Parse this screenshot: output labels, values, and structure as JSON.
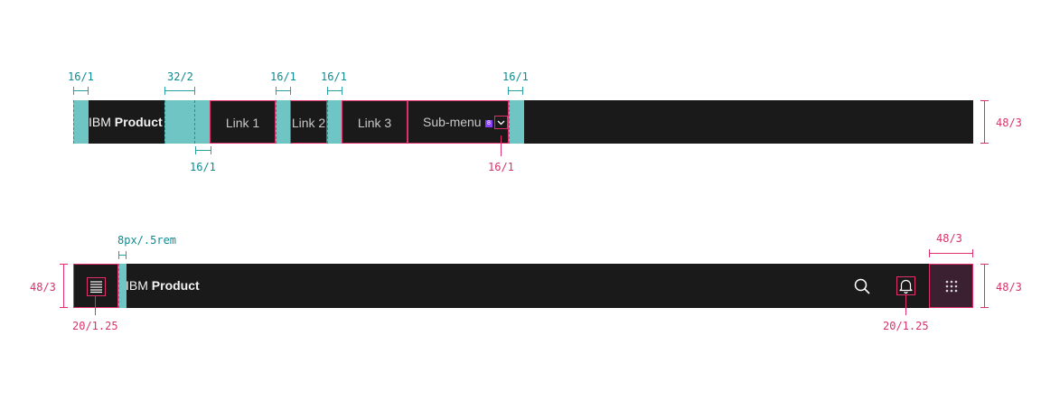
{
  "top_nav": {
    "brand_prefix": "IBM",
    "brand_name": "Product",
    "links": [
      "Link 1",
      "Link 2",
      "Link 3"
    ],
    "submenu_label": "Sub-menu",
    "submenu_badge": "8",
    "chevron_icon": "chevron-down-icon"
  },
  "bottom_nav": {
    "brand_prefix": "IBM",
    "brand_name": "Product",
    "menu_icon": "hamburger-menu-icon",
    "search_icon": "search-icon",
    "notification_icon": "bell-icon",
    "switcher_icon": "app-switcher-icon"
  },
  "annotations": {
    "top_m1": "16/1",
    "top_m2": "32/2",
    "top_m3": "16/1",
    "top_m4": "16/1",
    "top_m5": "16/1",
    "top_below_left": "16/1",
    "top_below_chevron": "16/1",
    "top_height": "48/3",
    "bottom_spacing": "8px/.5rem",
    "bottom_left_height": "48/3",
    "bottom_menu_icon": "20/1.25",
    "bottom_switcher_width": "48/3",
    "bottom_right_height": "48/3",
    "bottom_bell_icon": "20/1.25"
  },
  "colors": {
    "bar": "#1b1a1a",
    "spacing": "#6fc4c4",
    "spacing_annotation": "#0e8b8f",
    "size_annotation": "#e0306a",
    "badge": "#8a3ffc"
  }
}
